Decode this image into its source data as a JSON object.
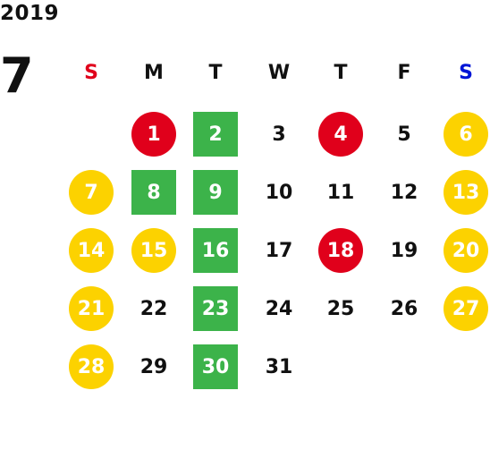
{
  "year": "2019",
  "month": "7",
  "colors": {
    "sunday": "#e0001b",
    "saturday": "#0015d6",
    "weekday": "#111111",
    "red_circle": "#e0001b",
    "yellow_circle": "#fcd200",
    "green_square": "#3cb34a"
  },
  "weekdays": [
    {
      "label": "S",
      "color": "#e0001b"
    },
    {
      "label": "M",
      "color": "#111111"
    },
    {
      "label": "T",
      "color": "#111111"
    },
    {
      "label": "W",
      "color": "#111111"
    },
    {
      "label": "T",
      "color": "#111111"
    },
    {
      "label": "F",
      "color": "#111111"
    },
    {
      "label": "S",
      "color": "#0015d6"
    }
  ],
  "start_weekday": 1,
  "days": [
    {
      "d": "1",
      "style": "red"
    },
    {
      "d": "2",
      "style": "green"
    },
    {
      "d": "3",
      "style": "none"
    },
    {
      "d": "4",
      "style": "red"
    },
    {
      "d": "5",
      "style": "none"
    },
    {
      "d": "6",
      "style": "yellow"
    },
    {
      "d": "7",
      "style": "yellow"
    },
    {
      "d": "8",
      "style": "green"
    },
    {
      "d": "9",
      "style": "green"
    },
    {
      "d": "10",
      "style": "none"
    },
    {
      "d": "11",
      "style": "none"
    },
    {
      "d": "12",
      "style": "none"
    },
    {
      "d": "13",
      "style": "yellow"
    },
    {
      "d": "14",
      "style": "yellow"
    },
    {
      "d": "15",
      "style": "yellow"
    },
    {
      "d": "16",
      "style": "green"
    },
    {
      "d": "17",
      "style": "none"
    },
    {
      "d": "18",
      "style": "red"
    },
    {
      "d": "19",
      "style": "none"
    },
    {
      "d": "20",
      "style": "yellow"
    },
    {
      "d": "21",
      "style": "yellow"
    },
    {
      "d": "22",
      "style": "none"
    },
    {
      "d": "23",
      "style": "green"
    },
    {
      "d": "24",
      "style": "none"
    },
    {
      "d": "25",
      "style": "none"
    },
    {
      "d": "26",
      "style": "none"
    },
    {
      "d": "27",
      "style": "yellow"
    },
    {
      "d": "28",
      "style": "yellow"
    },
    {
      "d": "29",
      "style": "none"
    },
    {
      "d": "30",
      "style": "green"
    },
    {
      "d": "31",
      "style": "none"
    }
  ]
}
